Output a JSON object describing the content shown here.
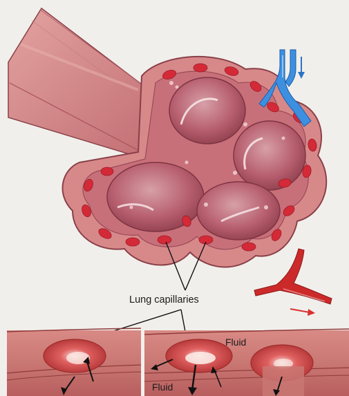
{
  "labels": {
    "capillaries": "Lung capillaries",
    "fluid_top": "Fluid",
    "fluid_bottom": "Fluid"
  },
  "colors": {
    "tissue": "#c86b6e",
    "tissue_dark": "#a84a52",
    "alveolus": "#b85a66",
    "capillary_cell": "#d42a38",
    "vein": "#3d8fe0",
    "artery": "#cc2a2a",
    "background": "#f3f1ed"
  }
}
